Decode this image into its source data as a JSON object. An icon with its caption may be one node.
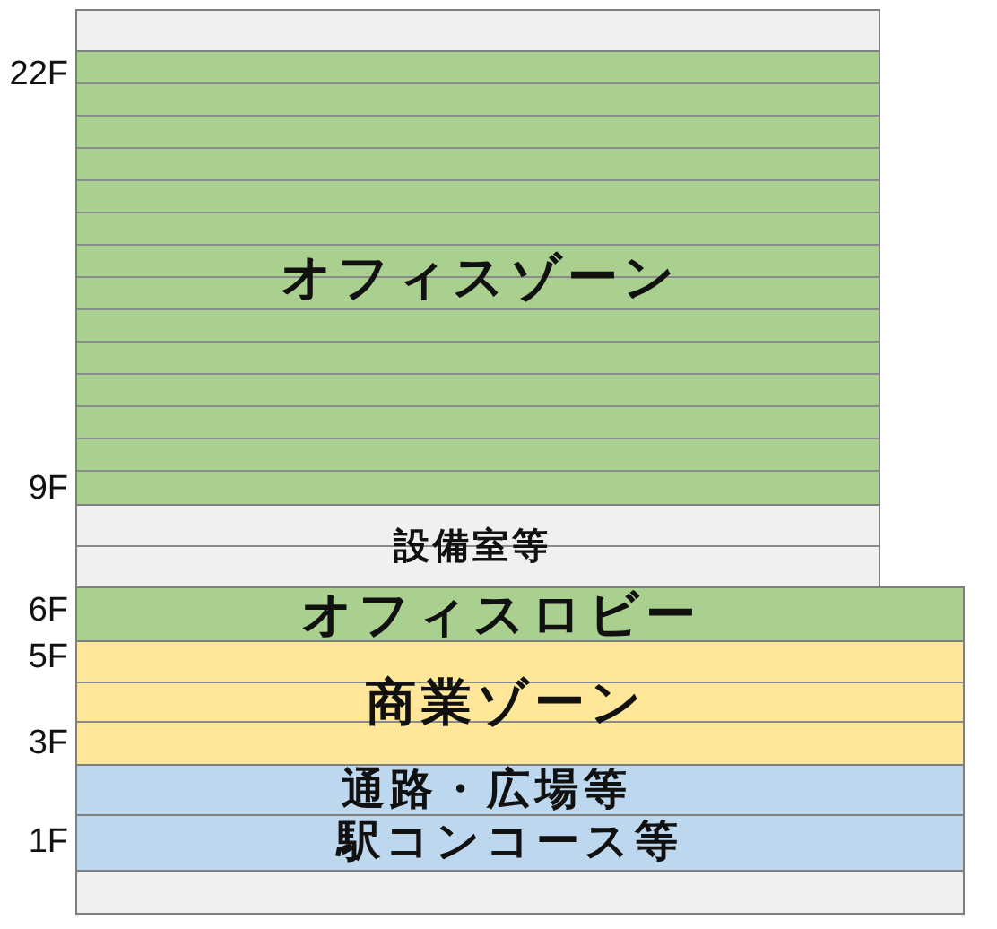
{
  "diagram": {
    "nodes": [
      {
        "text": [],
        "shape": "box"
      },
      {
        "text": [
          "オフィスゾーン"
        ]
      },
      {
        "text": [
          "設備室等"
        ]
      },
      {
        "text": [
          "オフィスロビー"
        ]
      },
      {
        "text": [
          "商業ゾーン"
        ]
      },
      {
        "text": [
          "通路・広場等"
        ]
      },
      {
        "text": [
          "駅コンコース等"
        ]
      },
      {
        "text": [],
        "shape": "box"
      }
    ],
    "labels": [
      "22F",
      "9F",
      "6F",
      "5F",
      "3F",
      "1F"
    ]
  }
}
